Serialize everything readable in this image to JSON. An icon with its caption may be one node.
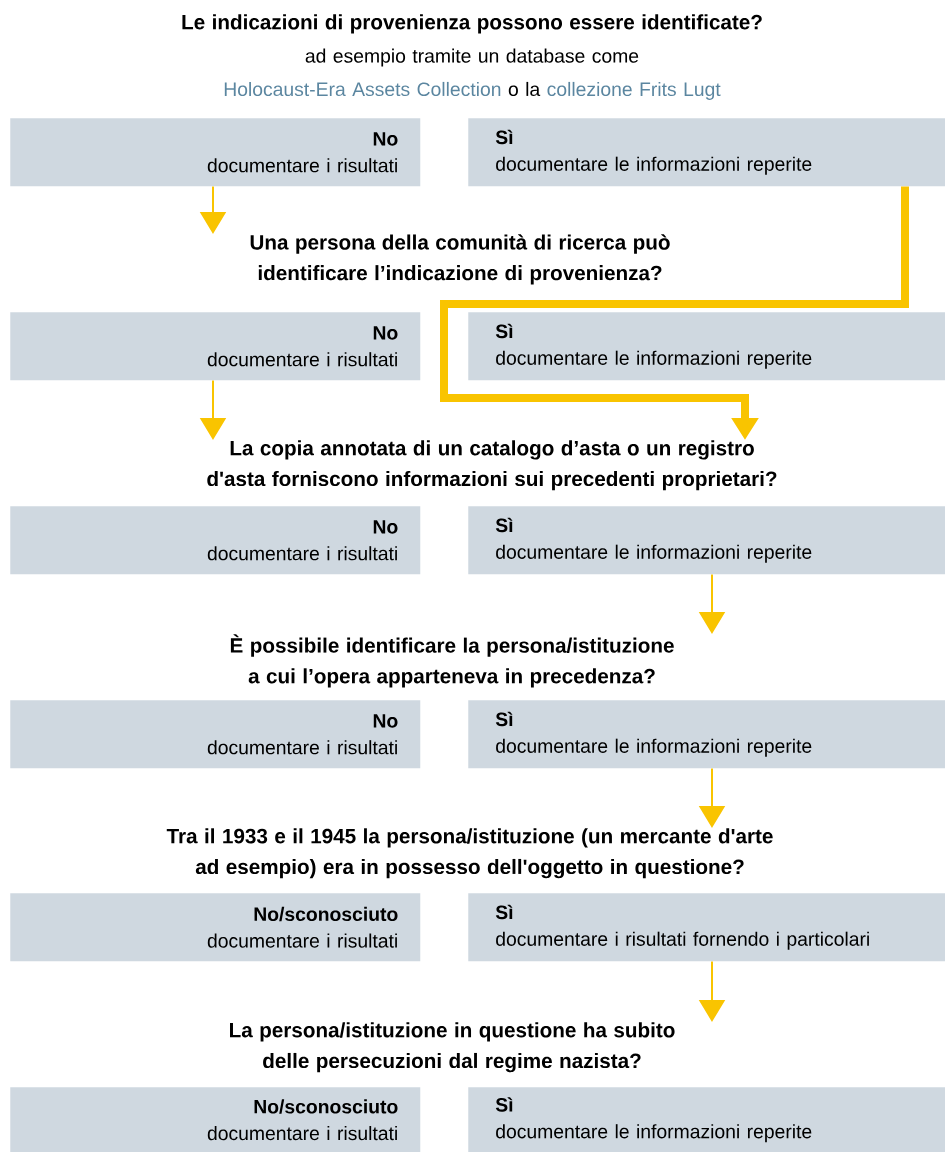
{
  "diagram": {
    "nodes": [
      {
        "text": [
          "Le indicazioni di provenienza possono essere identificate?",
          "ad esempio tramite un database come",
          "Holocaust-Era Assets Collection",
          "o la",
          "collezione Frits Lugt"
        ]
      },
      {
        "text": [
          "No",
          "documentare i risultati"
        ]
      },
      {
        "text": [
          "Sì",
          "documentare le informazioni reperite"
        ]
      },
      {
        "text": [
          "Una persona della comunità di ricerca può identificare l’indicazione di provenienza?"
        ]
      },
      {
        "text": [
          "No",
          "documentare i risultati"
        ]
      },
      {
        "text": [
          "Sì",
          "documentare le informazioni reperite"
        ]
      },
      {
        "text": [
          "La copia annotata di un catalogo d’asta o un registro d'asta forniscono informazioni sui precedenti proprietari?"
        ]
      },
      {
        "text": [
          "No",
          "documentare i risultati"
        ]
      },
      {
        "text": [
          "Sì",
          "documentare le informazioni reperite"
        ]
      },
      {
        "text": [
          "È possibile identificare la persona/istituzione a cui l’opera apparteneva in precedenza?"
        ]
      },
      {
        "text": [
          "No",
          "documentare i risultati"
        ]
      },
      {
        "text": [
          "Sì",
          "documentare le informazioni reperite"
        ]
      },
      {
        "text": [
          "Tra il 1933 e il 1945 la persona/istituzione (un mercante d'arte ad esempio) era in possesso dell'oggetto in questione?"
        ]
      },
      {
        "text": [
          "No/sconosciuto",
          "documentare i risultati"
        ]
      },
      {
        "text": [
          "Sì",
          "documentare i risultati fornendo i particolari"
        ]
      },
      {
        "text": [
          "La persona/istituzione in questione ha subito delle persecuzioni dal regime nazista?"
        ]
      },
      {
        "text": [
          "No/sconosciuto",
          "documentare i risultati"
        ]
      },
      {
        "text": [
          "Sì",
          "documentare le informazioni reperite"
        ]
      }
    ],
    "edges": [
      {
        "from": 1,
        "to": 3,
        "arrow": "to"
      },
      {
        "from": 2,
        "to": 6,
        "arrow": "to",
        "style": "thick"
      },
      {
        "from": 4,
        "to": 6,
        "arrow": "to"
      },
      {
        "from": 8,
        "to": 9,
        "arrow": "to"
      },
      {
        "from": 11,
        "to": 12,
        "arrow": "to"
      },
      {
        "from": 14,
        "to": 15,
        "arrow": "to"
      }
    ]
  }
}
